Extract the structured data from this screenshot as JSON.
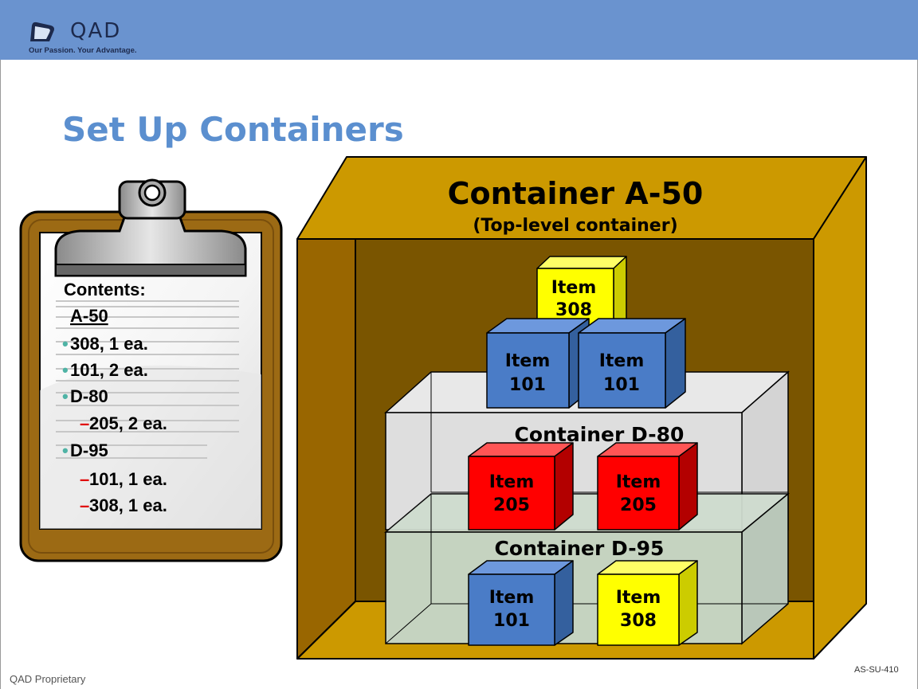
{
  "brand": {
    "name": "QAD",
    "tagline": "Our Passion. Your Advantage."
  },
  "title": "Set Up Containers",
  "clipboard": {
    "heading": "Contents:",
    "lines": [
      {
        "text": "A-50",
        "marker": "",
        "underline": true
      },
      {
        "text": "308, 1 ea.",
        "marker": "•"
      },
      {
        "text": "101, 2 ea.",
        "marker": "•"
      },
      {
        "text": "D-80",
        "marker": "•"
      },
      {
        "text": "205, 2 ea.",
        "marker": "–"
      },
      {
        "text": "D-95",
        "marker": "•"
      },
      {
        "text": "101, 1 ea.",
        "marker": "–"
      },
      {
        "text": "308, 1 ea.",
        "marker": "–"
      }
    ]
  },
  "containers": {
    "a50": {
      "title": "Container A-50",
      "subtitle": "(Top-level container)"
    },
    "d80": {
      "title": "Container D-80"
    },
    "d95": {
      "title": "Container D-95"
    }
  },
  "items": {
    "top_308": {
      "line1": "Item",
      "line2": "308",
      "color": "yellow"
    },
    "left_101": {
      "line1": "Item",
      "line2": "101",
      "color": "blue"
    },
    "right_101": {
      "line1": "Item",
      "line2": "101",
      "color": "blue"
    },
    "d80_205_a": {
      "line1": "Item",
      "line2": "205",
      "color": "red"
    },
    "d80_205_b": {
      "line1": "Item",
      "line2": "205",
      "color": "red"
    },
    "d95_101": {
      "line1": "Item",
      "line2": "101",
      "color": "blue"
    },
    "d95_308": {
      "line1": "Item",
      "line2": "308",
      "color": "yellow"
    }
  },
  "colors": {
    "header": "#6a93cf",
    "title": "#5b8fcf",
    "crate": "#cc9900",
    "blue": "#4a7cc7",
    "yellow": "#ffff00",
    "red": "#ff0000",
    "bullet": "#4fb3a5",
    "dash": "#e00000"
  },
  "footer": {
    "left": "QAD Proprietary",
    "right": "AS-SU-410"
  }
}
